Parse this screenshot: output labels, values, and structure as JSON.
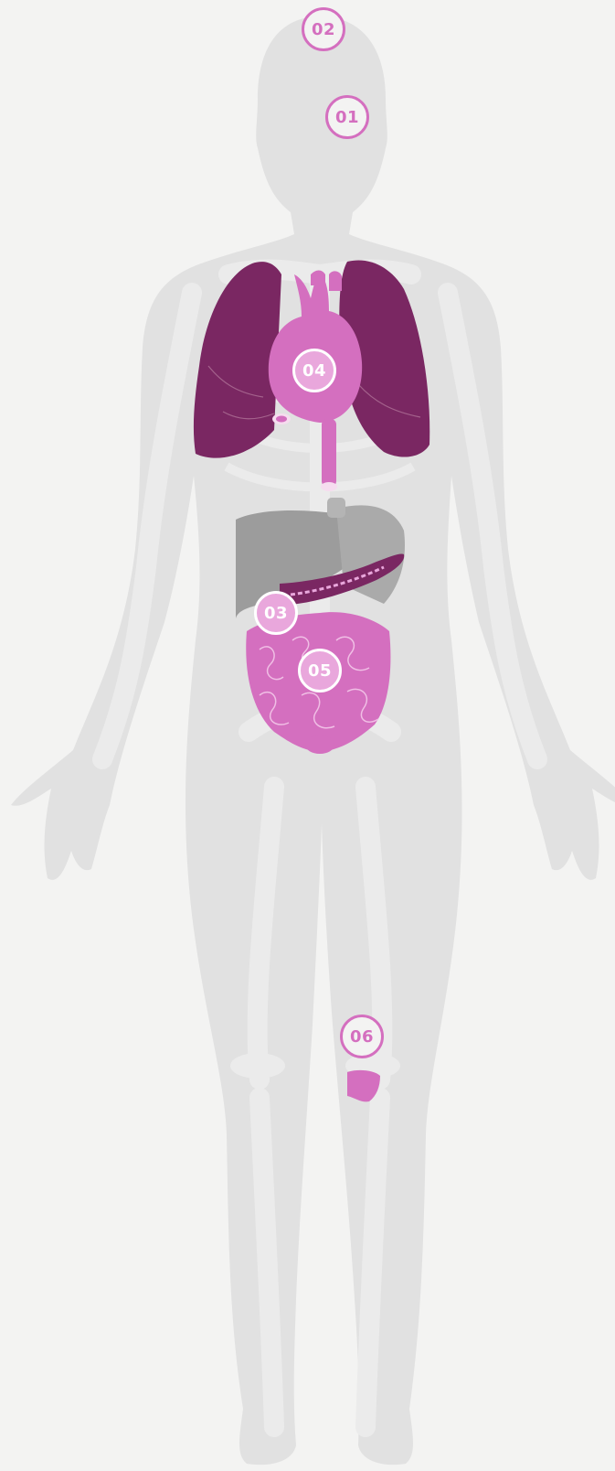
{
  "colors": {
    "background": "#f3f3f2",
    "silhouette": "#e1e1e1",
    "skeleton": "#e9e9e9",
    "lungs": "#7a2762",
    "organ_pink": "#d46fbf",
    "organ_grey": "#9c9c9c",
    "marker_outline": "#d46fbf",
    "marker_fill": "#e9a7dc"
  },
  "markers": [
    {
      "id": "01",
      "label": "01",
      "style": "outline"
    },
    {
      "id": "02",
      "label": "02",
      "style": "outline"
    },
    {
      "id": "03",
      "label": "03",
      "style": "filled"
    },
    {
      "id": "04",
      "label": "04",
      "style": "filled"
    },
    {
      "id": "05",
      "label": "05",
      "style": "filled"
    },
    {
      "id": "06",
      "label": "06",
      "style": "outline"
    }
  ]
}
